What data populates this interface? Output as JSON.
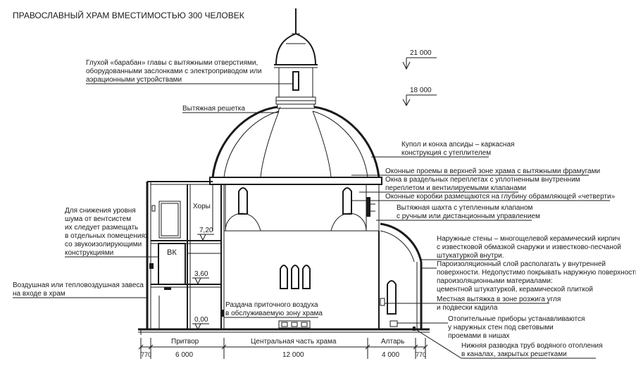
{
  "title": "ПРАВОСЛАВНЫЙ ХРАМ ВМЕСТИМОСТЬЮ 300 ЧЕЛОВЕК",
  "levels": {
    "l21000": "21 000",
    "l18000": "18 000",
    "l720": "7,20",
    "l360": "3,60",
    "l000": "0,00"
  },
  "rooms": {
    "khory": "Хоры",
    "vk": "ВК"
  },
  "zones": {
    "pritvor": "Притвор",
    "central": "Центральная часть храма",
    "altar": "Алтарь"
  },
  "dimensions": {
    "d_left": "770",
    "d_pritvor": "6 000",
    "d_central": "12 000",
    "d_altar": "4 000",
    "d_right": "770"
  },
  "notes_left": {
    "drum_1": "Глухой «барабан» главы с вытяжными отверстиями,",
    "drum_2": "оборудованными заслонками с электроприводом или",
    "drum_3": "аэрационными устройствами",
    "grille": "Вытяжная решетка",
    "noise_1": "Для снижения уровня",
    "noise_2": "шума от вентсистем",
    "noise_3": "их следует размещать",
    "noise_4": "в отдельных помещениях",
    "noise_5": "со звукоизолирующими",
    "noise_6": "конструкциями",
    "curtain_1": "Воздушная или тепловоздушная завеса",
    "curtain_2": "на входе в храм",
    "supply_1": "Раздача приточного воздуха",
    "supply_2": "в обслуживаемую зону храма"
  },
  "notes_right": {
    "dome_1": "Купол и конха апсиды – каркасная",
    "dome_2": "конструкция с утеплителем",
    "win_1": "Оконные проемы в верхней зоне храма с вытяжными фрамугами",
    "win_2": "Окна в раздельных переплетах с уплотненным внутренним",
    "win_3": "переплетом и вентилируемыми клапанами",
    "win_4": "Оконные коробки размещаются на глубину обрамляющей «четверти»",
    "shaft_1": "Вытяжная шахта с утепленным клапаном",
    "shaft_2": "с ручным или дистанционным управлением",
    "walls_1": "Наружные стены – многощелевой керамический кирпич",
    "walls_2": "с известковой обмазкой снаружи и известково-песчаной",
    "walls_3": "штукатуркой внутри.",
    "vapor_1": "Пароизоляционный слой располагать у внутренней",
    "vapor_2": "поверхности. Недопустимо покрывать наружную поверхность",
    "vapor_3": "пароизоляционными материалами:",
    "vapor_4": "цементной штукатуркой, керамической плиткой",
    "local_1": "Местная вытяжка в зоне розжига угля",
    "local_2": "и подвески кадила",
    "heat_1": "Отопительные приборы устанавливаются",
    "heat_2": "у наружных стен под световыми",
    "heat_3": "проемами в нишах",
    "pipe_1": "Нижняя разводка труб водяного отопления",
    "pipe_2": "в каналах, закрытых решетками"
  }
}
